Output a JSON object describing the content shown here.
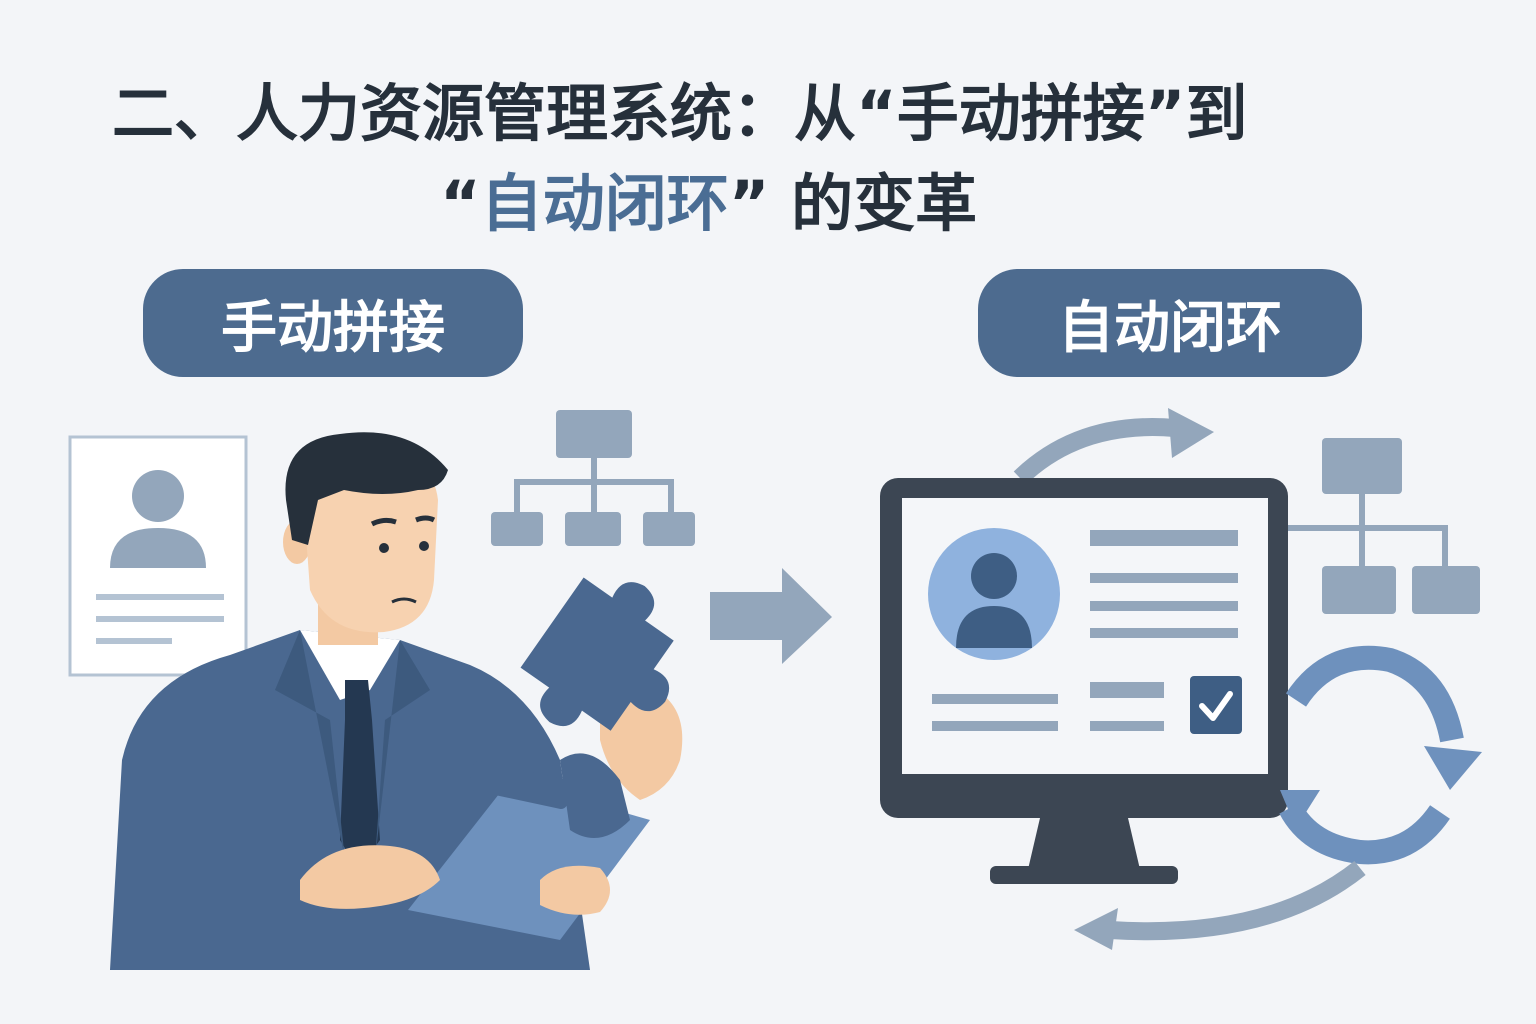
{
  "title": {
    "line1": "二、人力资源管理系统：从“手动拼接”到",
    "line2_open": "“",
    "line2_highlight": "自动闭环",
    "line2_rest": "” 的变革"
  },
  "labels": {
    "left": "手动拼接",
    "right": "自动闭环"
  },
  "colors": {
    "dark_text": "#26303b",
    "accent": "#4a6d94",
    "pill_bg": "#4d6b8f",
    "light_gray_blue": "#93a6bb",
    "monitor_frame": "#3c4653"
  },
  "icons": [
    "resume-icon",
    "org-chart-icon",
    "puzzle-piece-icon",
    "arrow-right-icon",
    "monitor-icon",
    "checkbox-icon",
    "cycle-arrows-icon"
  ]
}
